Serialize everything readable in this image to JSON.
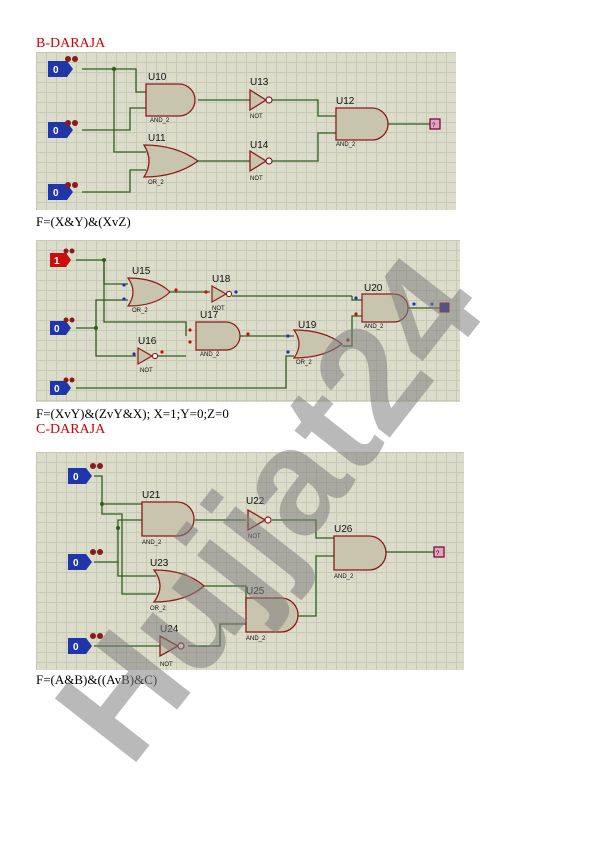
{
  "sections": {
    "b_title": "B-DARAJA",
    "c_title": "C-DARAJA"
  },
  "formulas": {
    "f1": "F=(X&Y)&(XvZ)",
    "f2": "F=(XvY)&(ZvY&X);  X=1;Y=0;Z=0",
    "f3": "F=(A&B)&((AvB)&C)"
  },
  "inputs": {
    "c1": [
      "0",
      "0",
      "0"
    ],
    "c2": [
      "1",
      "0",
      "0"
    ],
    "c3": [
      "0",
      "0",
      "0"
    ]
  },
  "outputs": {
    "c1": "?",
    "c2": "",
    "c3": "?"
  },
  "gates": {
    "c1": {
      "u10": {
        "ref": "U10",
        "type": "AND_2"
      },
      "u11": {
        "ref": "U11",
        "type": "OR_2"
      },
      "u13": {
        "ref": "U13",
        "type": "NOT"
      },
      "u14": {
        "ref": "U14",
        "type": "NOT"
      },
      "u12": {
        "ref": "U12",
        "type": "AND_2"
      }
    },
    "c2": {
      "u15": {
        "ref": "U15",
        "type": "OR_2"
      },
      "u18": {
        "ref": "U18",
        "type": "NOT"
      },
      "u17": {
        "ref": "U17",
        "type": "AND_2"
      },
      "u16": {
        "ref": "U16",
        "type": "NOT"
      },
      "u19": {
        "ref": "U19",
        "type": "OR_2"
      },
      "u20": {
        "ref": "U20",
        "type": "AND_2"
      }
    },
    "c3": {
      "u21": {
        "ref": "U21",
        "type": "AND_2"
      },
      "u22": {
        "ref": "U22",
        "type": "NOT"
      },
      "u23": {
        "ref": "U23",
        "type": "OR_2"
      },
      "u24": {
        "ref": "U24",
        "type": "NOT"
      },
      "u25": {
        "ref": "U25",
        "type": "AND_2"
      },
      "u26": {
        "ref": "U26",
        "type": "AND_2"
      }
    }
  },
  "watermark": {
    "text": "Hujjat24",
    "color": "#9b8cff"
  },
  "colors": {
    "wire": "#2e5e1e",
    "gate": "#8b1a1a",
    "gate_fill": "#c9c4ad",
    "pin_low": "#1f35a8",
    "pin_high": "#c80f0f"
  }
}
